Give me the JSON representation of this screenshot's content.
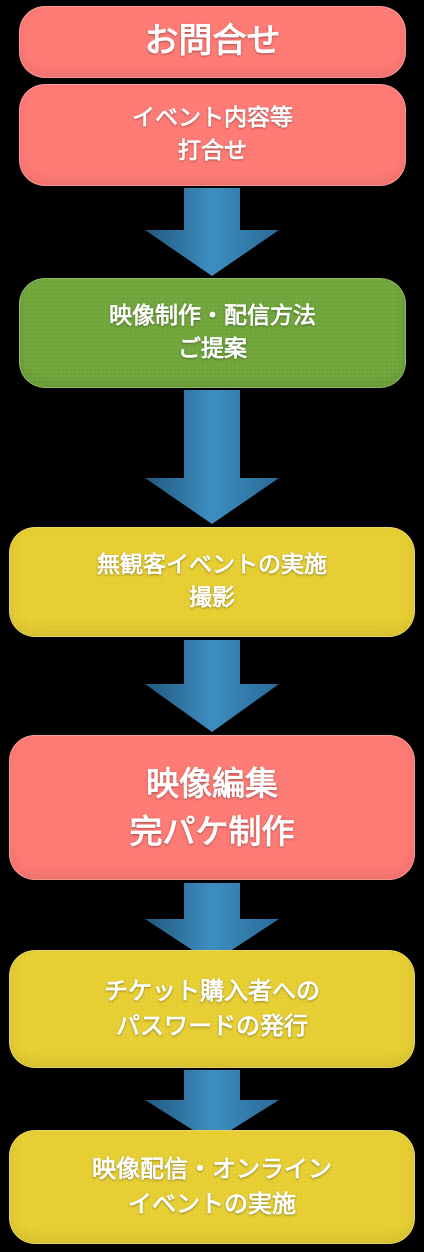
{
  "steps": [
    {
      "lines": [
        "お問合せ"
      ]
    },
    {
      "lines": [
        "イベント内容等",
        "打合せ"
      ]
    },
    {
      "lines": [
        "映像制作・配信方法",
        "ご提案"
      ]
    },
    {
      "lines": [
        "無観客イベントの実施",
        "撮影"
      ]
    },
    {
      "lines": [
        "映像編集",
        "完パケ制作"
      ]
    },
    {
      "lines": [
        "チケット購入者への",
        "パスワードの発行"
      ]
    },
    {
      "lines": [
        "映像配信・オンライン",
        "イベントの実施"
      ]
    }
  ],
  "colors": {
    "pink": "#ff7b76",
    "green": "#6fa53a",
    "yellow": "#e6cd30",
    "arrow": "#3b87b8"
  }
}
